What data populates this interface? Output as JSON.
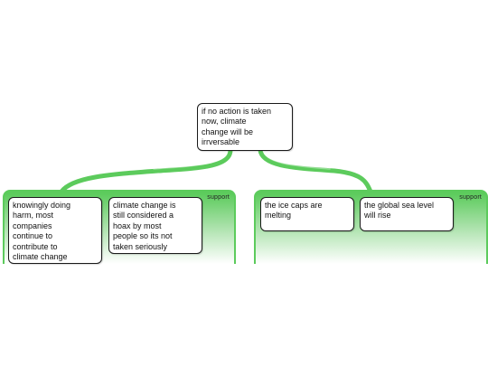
{
  "colors": {
    "accent": "#5ccb5c",
    "node_border": "#1a1a1a",
    "text": "#111111"
  },
  "central": {
    "text": "if no action is taken\nnow, climate\nchange will be\nirrversable"
  },
  "groups": [
    {
      "label": "support",
      "items": [
        "knowingly doing\nharm, most\ncompanies\ncontinue to\ncontribute to\nclimate change",
        "climate change is\nstill considered a\nhoax by most\npeople so its not\ntaken seriously"
      ]
    },
    {
      "label": "support",
      "items": [
        "the ice caps are\nmelting",
        "the global sea level\nwill rise"
      ]
    }
  ]
}
